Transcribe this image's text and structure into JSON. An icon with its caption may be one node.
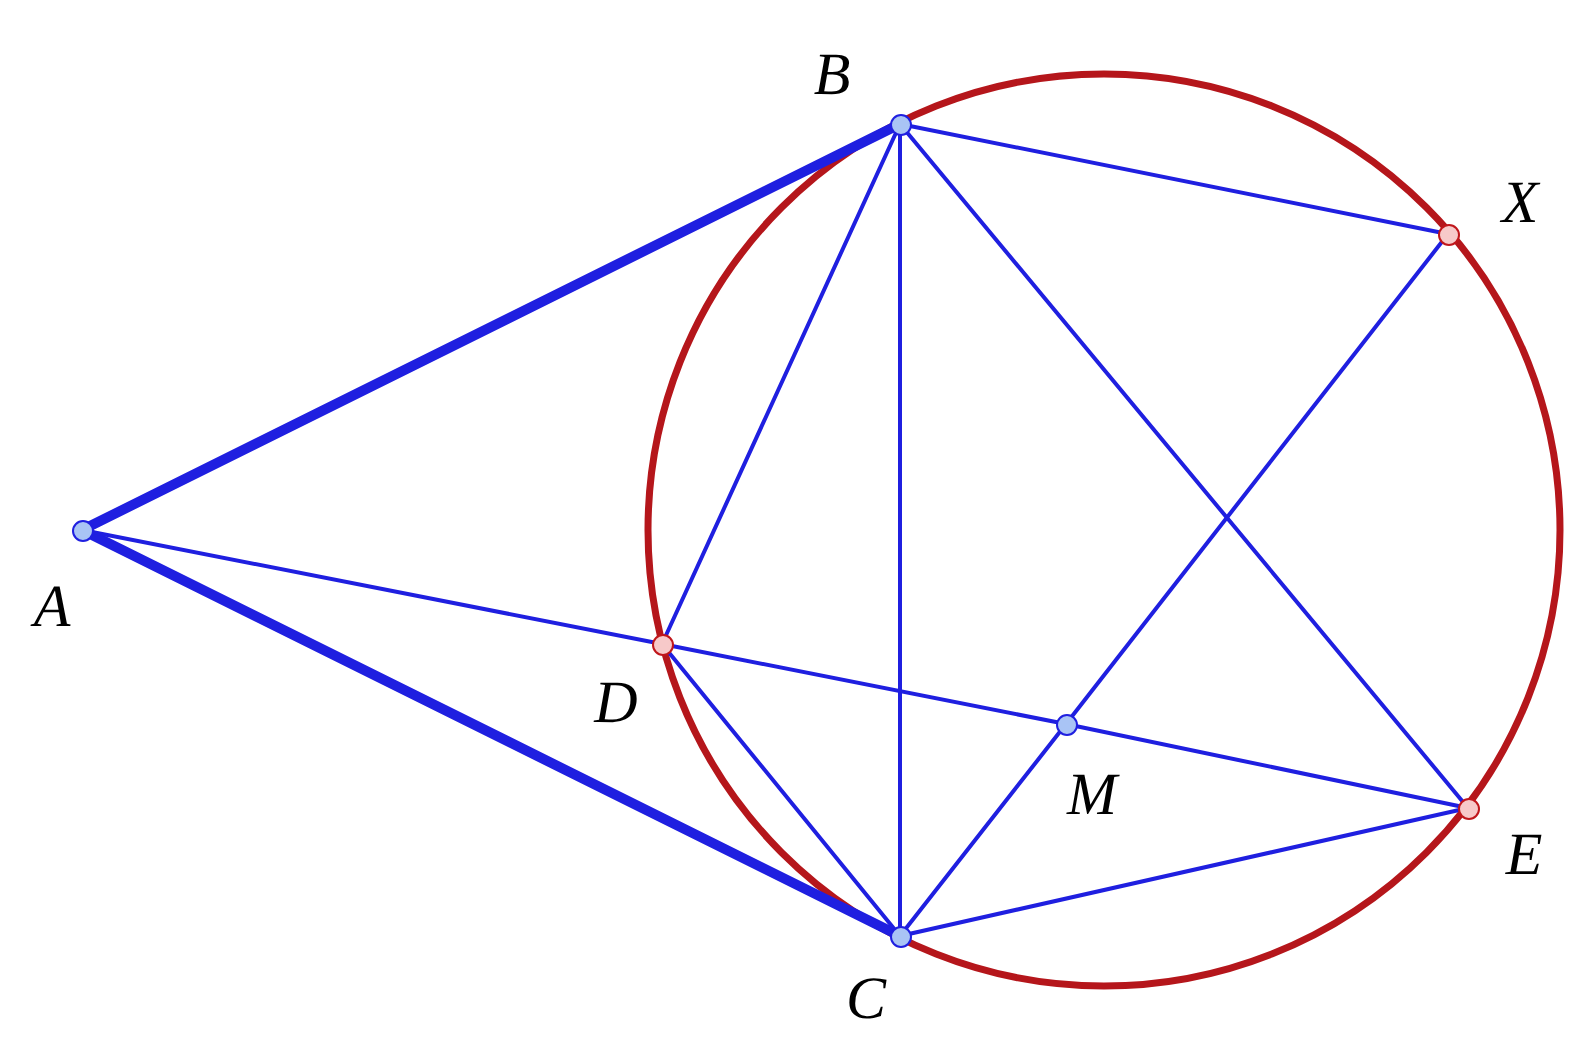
{
  "diagram": {
    "nodes": [
      {
        "text": [
          "B"
        ]
      },
      {
        "text": [
          "X"
        ]
      },
      {
        "text": [
          "A"
        ]
      },
      {
        "text": [
          "D"
        ]
      },
      {
        "text": [
          "M"
        ]
      },
      {
        "text": [
          "E"
        ]
      },
      {
        "text": [
          "C"
        ]
      }
    ],
    "edges": [
      {
        "from": 2,
        "to": 0,
        "arrow": "none",
        "style": "thick"
      },
      {
        "from": 2,
        "to": 6,
        "arrow": "none",
        "style": "thick"
      },
      {
        "from": 0,
        "to": 1,
        "arrow": "none"
      },
      {
        "from": 0,
        "to": 6,
        "arrow": "none"
      },
      {
        "from": 0,
        "to": 3,
        "arrow": "none"
      },
      {
        "from": 0,
        "to": 5,
        "arrow": "none"
      },
      {
        "from": 2,
        "to": 3,
        "arrow": "none"
      },
      {
        "from": 3,
        "to": 4,
        "arrow": "none"
      },
      {
        "from": 4,
        "to": 5,
        "arrow": "none"
      },
      {
        "from": 1,
        "to": 4,
        "arrow": "none"
      },
      {
        "from": 4,
        "to": 6,
        "arrow": "none"
      },
      {
        "from": 3,
        "to": 6,
        "arrow": "none"
      },
      {
        "from": 6,
        "to": 5,
        "arrow": "none"
      }
    ]
  }
}
